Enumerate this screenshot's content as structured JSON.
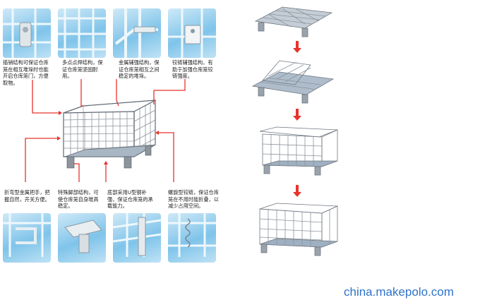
{
  "features": {
    "top": [
      {
        "icon": "pin-lock-icon",
        "caption": "插销结构可保证仓库笼在相互堆垛时也能开启仓库笼门，方便取物。"
      },
      {
        "icon": "spot-weld-icon",
        "caption": "多点点焊结构，保证仓库笼坚固耐用。"
      },
      {
        "icon": "metal-brace-icon",
        "caption": "金属辅强结构，保证仓库笼相互之间稳定的堆垛。"
      },
      {
        "icon": "hinge-icon",
        "caption": "铰链辅强结构，有助于加强仓库笼铰链强度。"
      }
    ],
    "bottom": [
      {
        "icon": "bent-handle-icon",
        "caption": "折弯型金属把手，把握自然，开关方便。"
      },
      {
        "icon": "foot-icon",
        "caption": "特殊脚部结构，可使仓库笼自身堆高稳定。"
      },
      {
        "icon": "u-steel-icon",
        "caption": "底部采用U型钢补强，保证仓库笼的承载能力。"
      },
      {
        "icon": "spiral-hinge-icon",
        "caption": "螺旋型铰链，保证仓库笼在不用时能折叠，以减少占用空间。"
      }
    ]
  },
  "folding_steps": [
    "folded",
    "unfolding",
    "half-open",
    "assembled"
  ],
  "watermark": "china.makepolo.com",
  "colors": {
    "accent": "#e8332d",
    "tile": "#7fc4ea",
    "wire": "#7d8590",
    "watermark": "#2f73c9"
  }
}
